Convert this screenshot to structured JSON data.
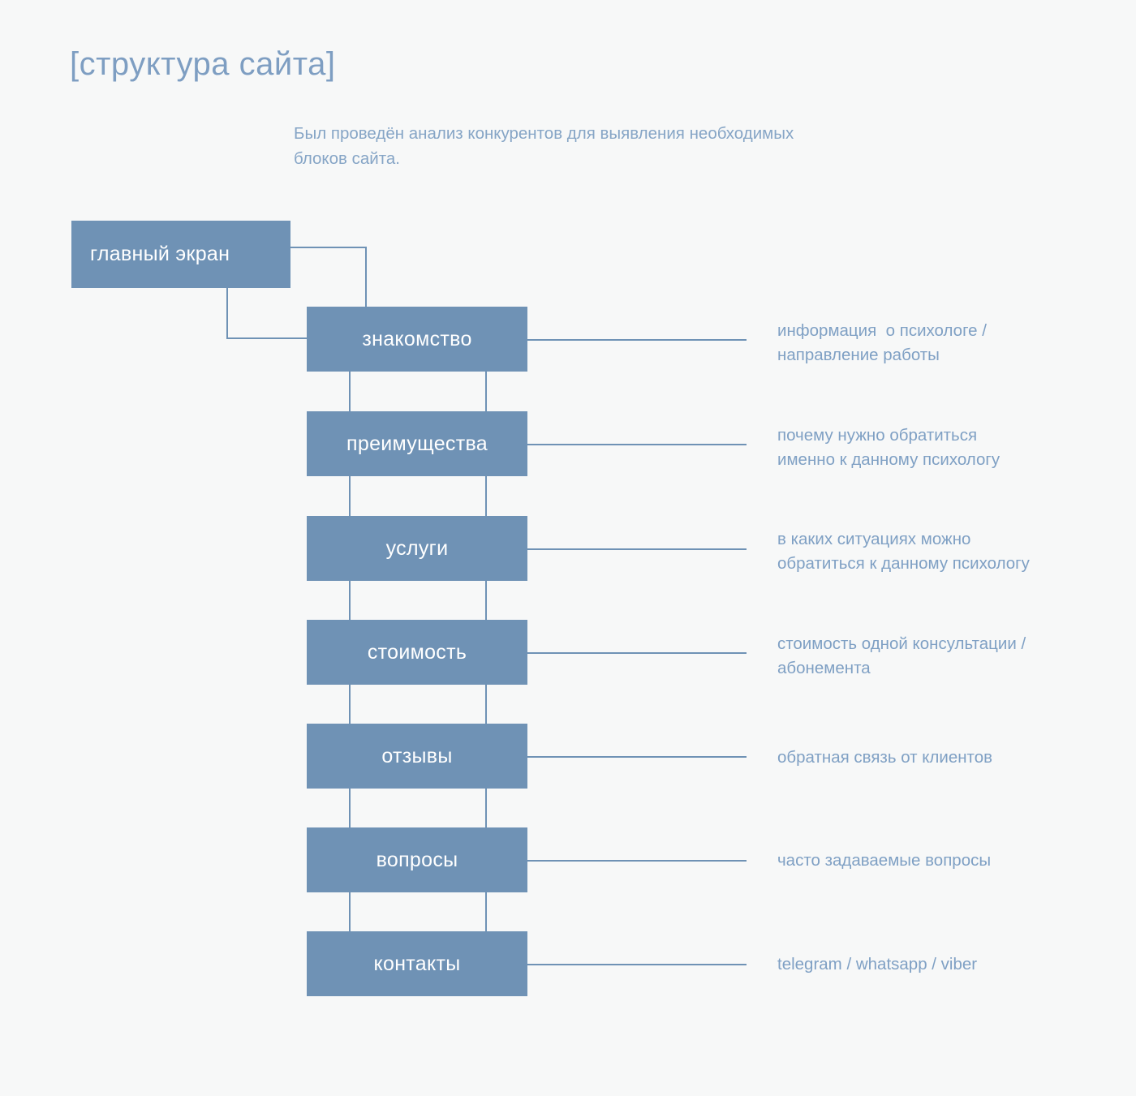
{
  "header": {
    "title": "[структура сайта]",
    "subtitle_line1": "Был проведён анализ конкурентов для выявления",
    "subtitle_line2": "необходимых блоков сайта."
  },
  "colors": {
    "background": "#f7f8f8",
    "node_fill": "#6f92b5",
    "node_text": "#ffffff",
    "connector": "#6f92b5",
    "title_text": "#7e9ec2",
    "subtitle_text": "#86a5c6",
    "annotation_text": "#7fa0c4"
  },
  "diagram": {
    "root": {
      "label": "главный экран"
    },
    "nodes": [
      {
        "label": "знакомство",
        "annotation_line1": "информация  о психологе /",
        "annotation_line2": "направление работы"
      },
      {
        "label": "преимущества",
        "annotation_line1": "почему нужно обратиться",
        "annotation_line2": "именно к данному психологу"
      },
      {
        "label": "услуги",
        "annotation_line1": "в каких ситуациях можно",
        "annotation_line2": "обратиться к данному психологу"
      },
      {
        "label": "стоимость",
        "annotation_line1": "стоимость одной консультации /",
        "annotation_line2": "абонемента"
      },
      {
        "label": "отзывы",
        "annotation_line1": "обратная связь от клиентов",
        "annotation_line2": ""
      },
      {
        "label": "вопросы",
        "annotation_line1": "часто задаваемые вопросы",
        "annotation_line2": ""
      },
      {
        "label": "контакты",
        "annotation_line1": "telegram / whatsapp / viber",
        "annotation_line2": ""
      }
    ]
  }
}
